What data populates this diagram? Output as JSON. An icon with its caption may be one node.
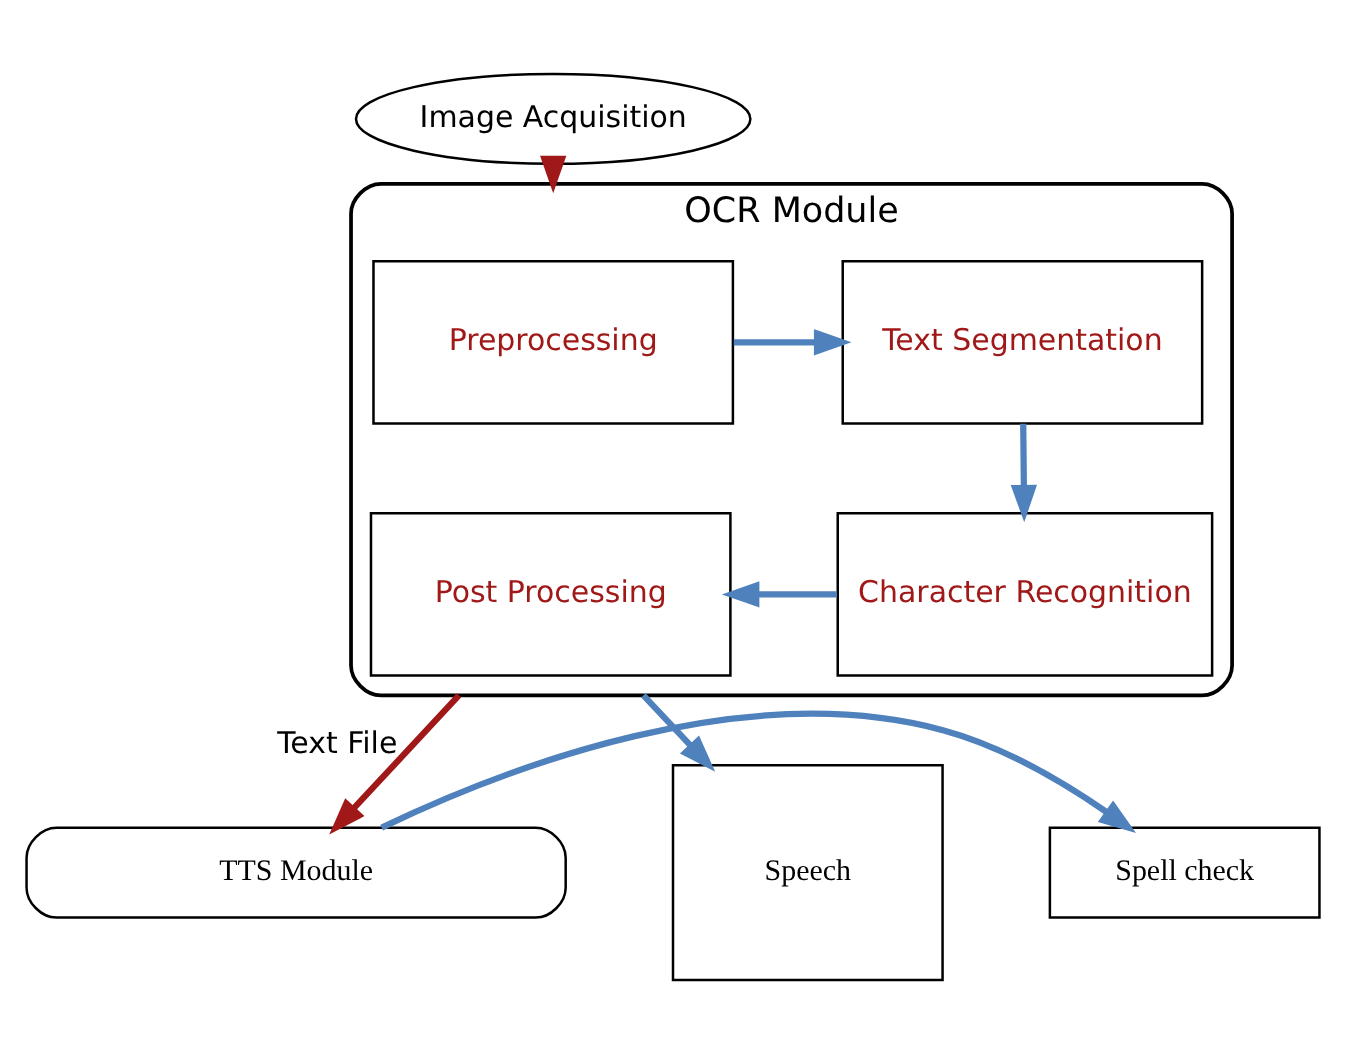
{
  "diagram": {
    "nodes": [
      {
        "text": [
          "Image Acquisition"
        ]
      },
      {
        "text": [
          "OCR Module"
        ]
      },
      {
        "text": [
          "Preprocessing"
        ],
        "in": 1
      },
      {
        "text": [
          "Text Segmentation"
        ],
        "in": 1
      },
      {
        "text": [
          "Character Recognition"
        ],
        "in": 1
      },
      {
        "text": [
          "Post Processing"
        ],
        "in": 1
      },
      {
        "text": [
          "TTS Module"
        ]
      },
      {
        "text": [
          "Speech"
        ]
      },
      {
        "text": [
          "Spell check"
        ]
      }
    ],
    "edges": [
      {
        "from": 0,
        "to": 1,
        "arrow": "to",
        "color": "#a01818"
      },
      {
        "from": 2,
        "to": 3,
        "arrow": "to"
      },
      {
        "from": 3,
        "to": 4,
        "arrow": "to"
      },
      {
        "from": 4,
        "to": 5,
        "arrow": "to"
      },
      {
        "from": 1,
        "to": 6,
        "arrow": "to",
        "label": "Text File",
        "color": "#a01818"
      },
      {
        "from": 1,
        "to": 7,
        "arrow": "to"
      },
      {
        "from": 6,
        "to": 8,
        "arrow": "to"
      }
    ]
  }
}
